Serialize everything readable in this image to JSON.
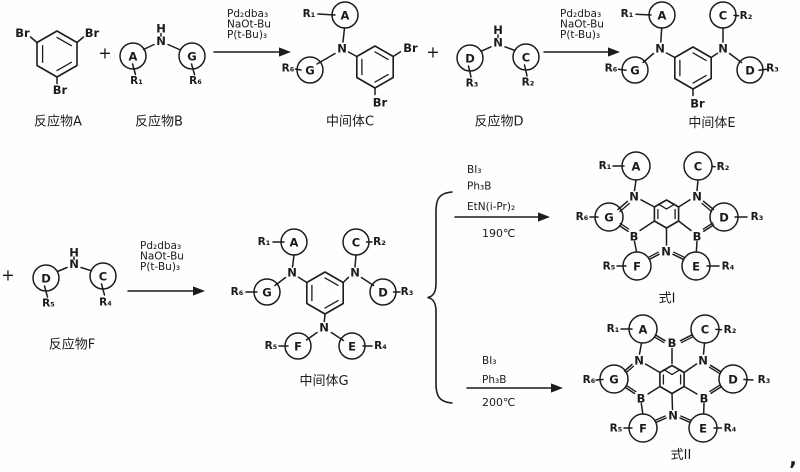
{
  "labels": {
    "reactant_a": "反应物A",
    "reactant_b": "反应物B",
    "intermediate_c": "中间体C",
    "reactant_d": "反应物D",
    "intermediate_e": "中间体E",
    "reactant_f": "反应物F",
    "intermediate_g": "中间体G",
    "formula_i": "式I",
    "formula_ii": "式II"
  },
  "reagents": {
    "pd": "Pd₂dba₃",
    "naotbu": "NaOt-Bu",
    "ptbu3": "P(t-Bu)₃",
    "bi3": "BI₃",
    "ph3b": "Ph₃B",
    "etn": "EtN(i-Pr)₂",
    "temp_i": "190℃",
    "temp_ii": "200℃"
  },
  "atoms": {
    "br": "Br",
    "n": "N",
    "h": "H",
    "b": "B"
  },
  "rings": {
    "a": "A",
    "c": "C",
    "d": "D",
    "e": "E",
    "f": "F",
    "g": "G"
  },
  "subs": {
    "r1": "R₁",
    "r2": "R₂",
    "r3": "R₃",
    "r4": "R₄",
    "r5": "R₅",
    "r6": "R₆"
  },
  "symbols": {
    "plus": "+",
    "comma": ","
  }
}
